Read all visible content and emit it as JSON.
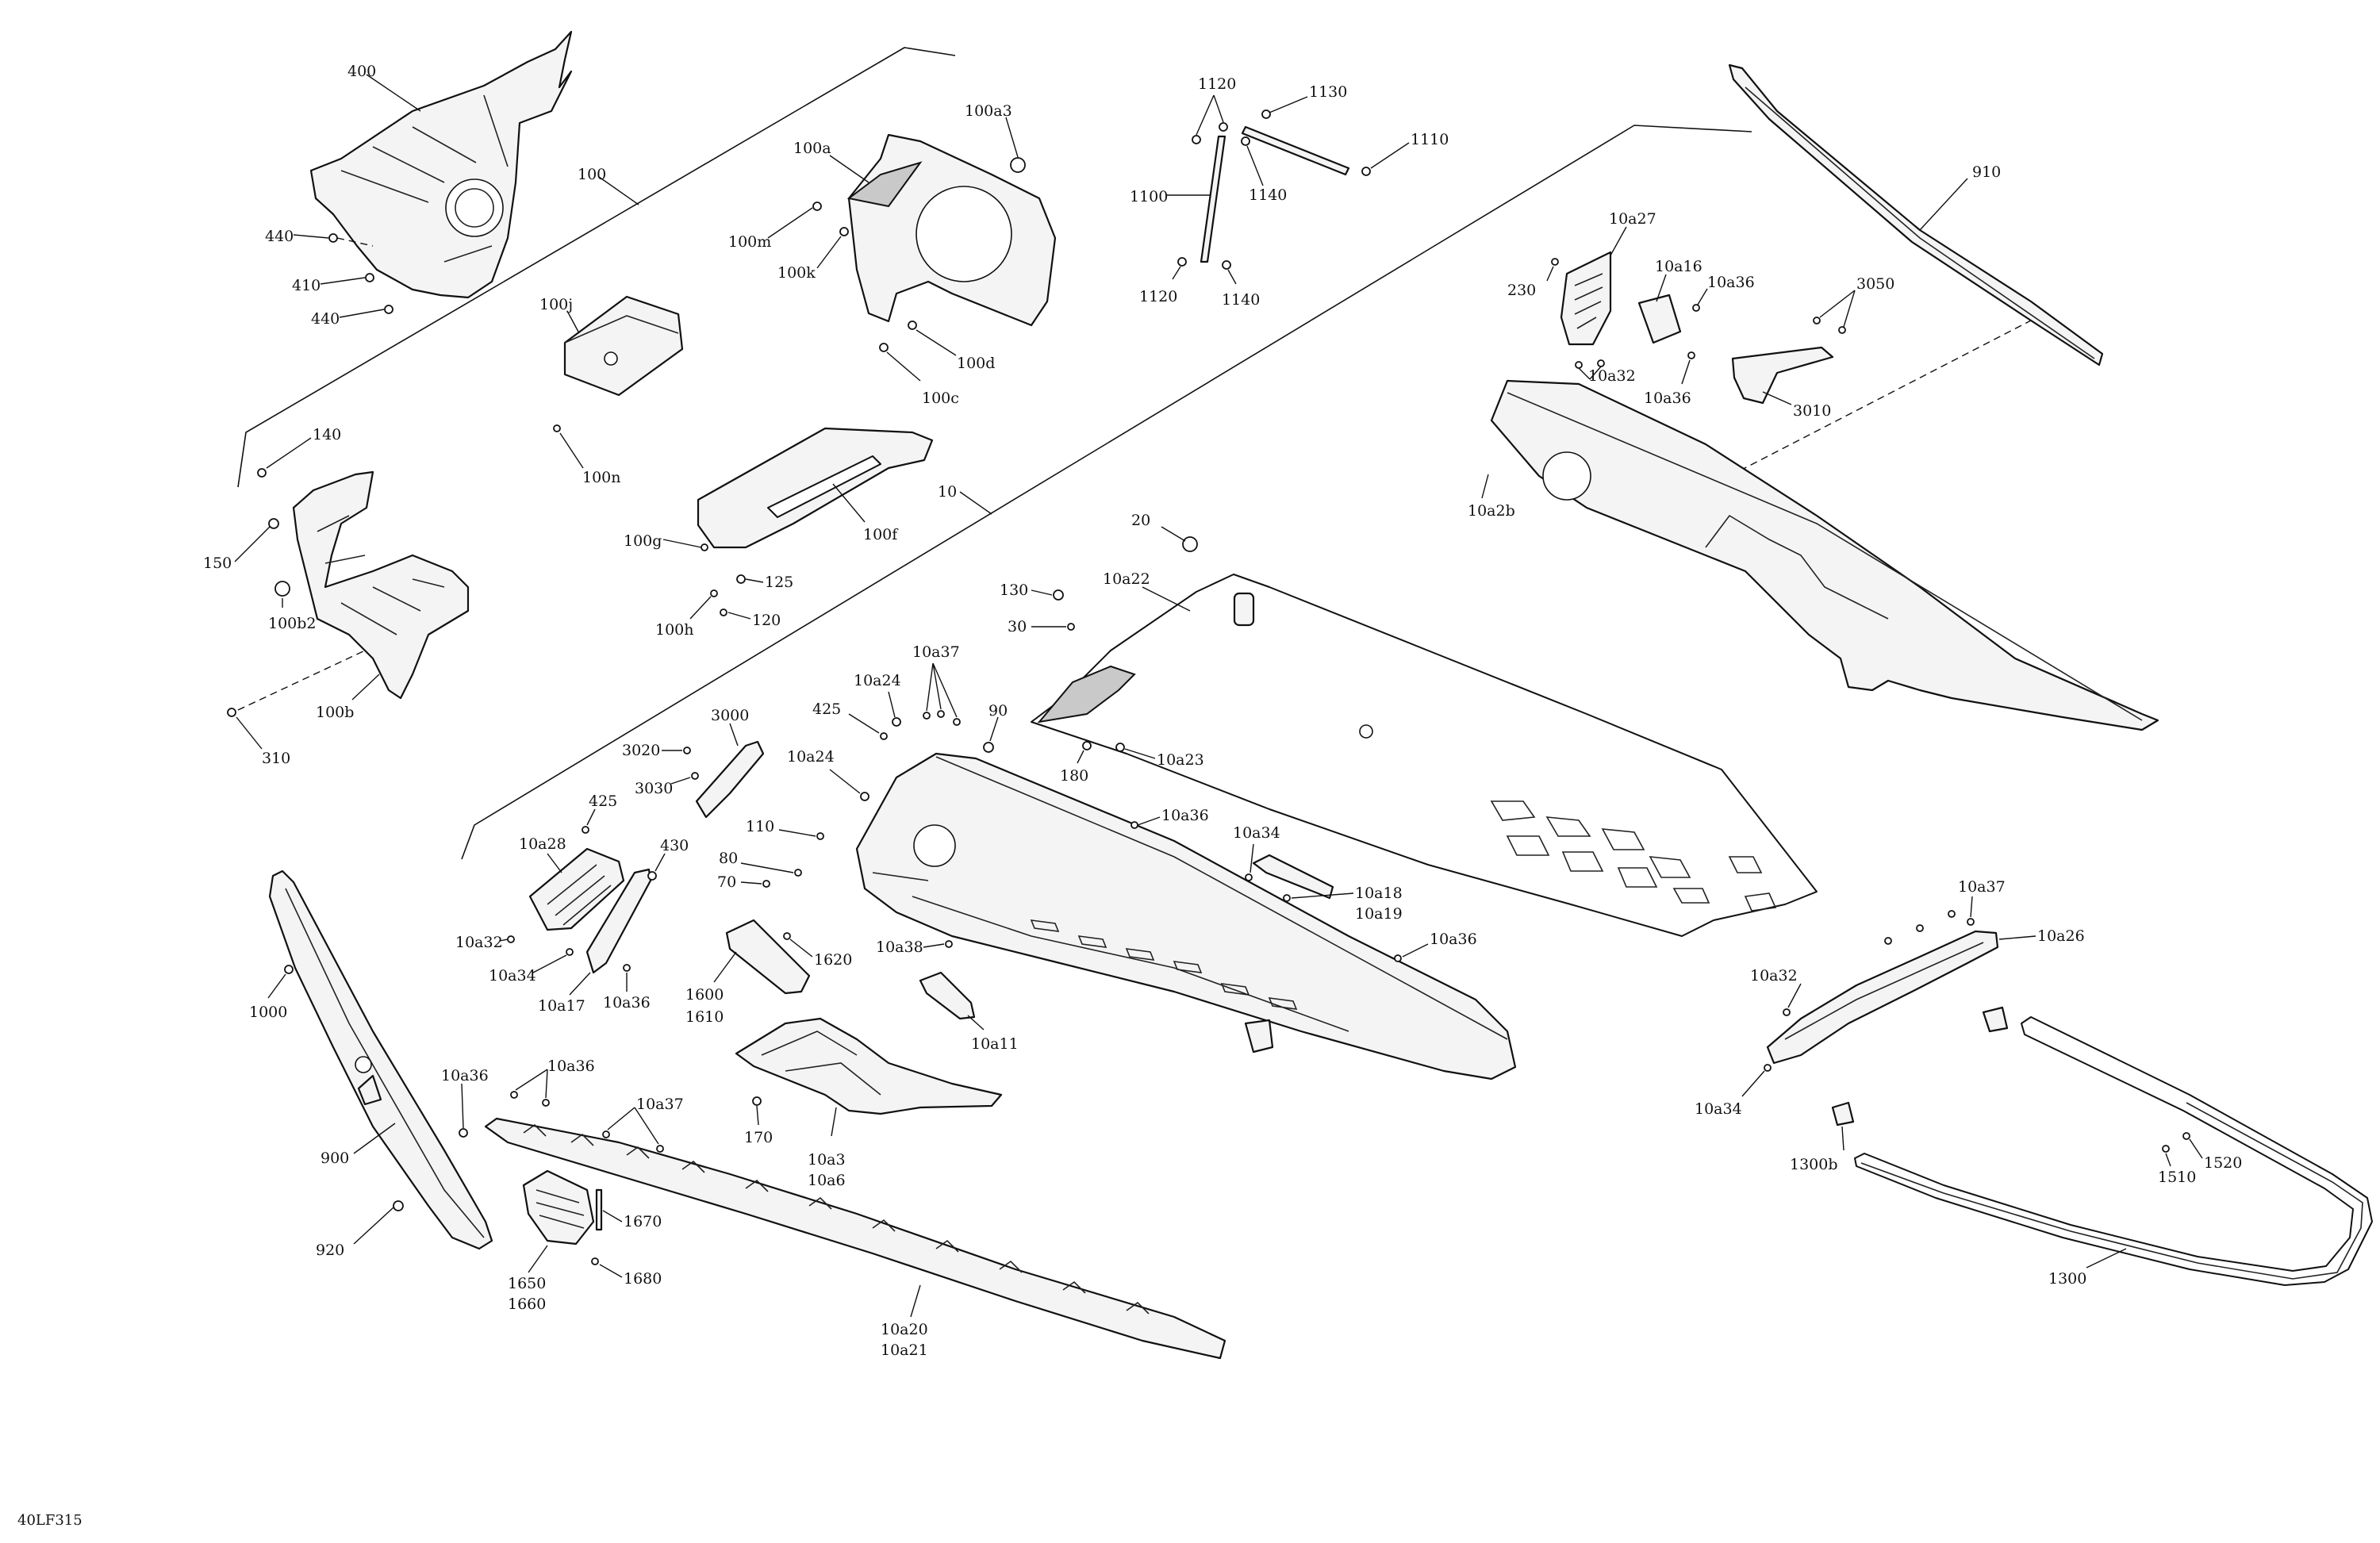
{
  "diagram": {
    "drawing_code": "40LF315",
    "labels": {
      "l400": "400",
      "l100": "100",
      "l440a": "440",
      "l410": "410",
      "l440b": "440",
      "l100j": "100j",
      "l100n": "100n",
      "l100a": "100a",
      "l100a3": "100a3",
      "l100m": "100m",
      "l100k": "100k",
      "l100d": "100d",
      "l100c": "100c",
      "l1120a": "1120",
      "l1130": "1130",
      "l1110": "1110",
      "l1100": "1100",
      "l1140a": "1140",
      "l1120b": "1120",
      "l1140b": "1140",
      "l910": "910",
      "l10a27": "10a27",
      "l230": "230",
      "l10a16": "10a16",
      "l10a36a": "10a36",
      "l3050": "3050",
      "l10a32a": "10a32",
      "l10a36b": "10a36",
      "l3010": "3010",
      "l10a2b": "10a2b",
      "l140": "140",
      "l150": "150",
      "l100b2": "100b2",
      "l100b": "100b",
      "l310": "310",
      "l100g": "100g",
      "l125": "125",
      "l100f": "100f",
      "l100h": "100h",
      "l120": "120",
      "l10": "10",
      "l20": "20",
      "l130": "130",
      "l10a22": "10a22",
      "l30": "30",
      "l180": "180",
      "l10a23": "10a23",
      "l10a24a": "10a24",
      "l10a37a": "10a37",
      "l425a": "425",
      "l90": "90",
      "l3000": "3000",
      "l3020": "3020",
      "l3030": "3030",
      "l10a24b": "10a24",
      "l110": "110",
      "l80": "80",
      "l70": "70",
      "l10a36c": "10a36",
      "l425b": "425",
      "l10a28": "10a28",
      "l430": "430",
      "l10a32b": "10a32",
      "l10a34a": "10a34",
      "l10a17": "10a17",
      "l10a36d": "10a36",
      "l1620": "1620",
      "l1600": "1600",
      "l1610": "1610",
      "l10a38": "10a38",
      "l10a11": "10a11",
      "l10a34b": "10a34",
      "l10a18": "10a18",
      "l10a19": "10a19",
      "l10a36e": "10a36",
      "l1000": "1000",
      "l900": "900",
      "l920": "920",
      "l10a36f": "10a36",
      "l10a36g": "10a36",
      "l10a37b": "10a37",
      "l1670": "1670",
      "l1650": "1650",
      "l1660": "1660",
      "l1680": "1680",
      "l170": "170",
      "l10a3": "10a3",
      "l10a6": "10a6",
      "l10a20": "10a20",
      "l10a21": "10a21",
      "l10a37c": "10a37",
      "l10a26": "10a26",
      "l10a32c": "10a32",
      "l10a34c": "10a34",
      "l1300b": "1300b",
      "l1510": "1510",
      "l1520": "1520",
      "l1300": "1300"
    }
  }
}
